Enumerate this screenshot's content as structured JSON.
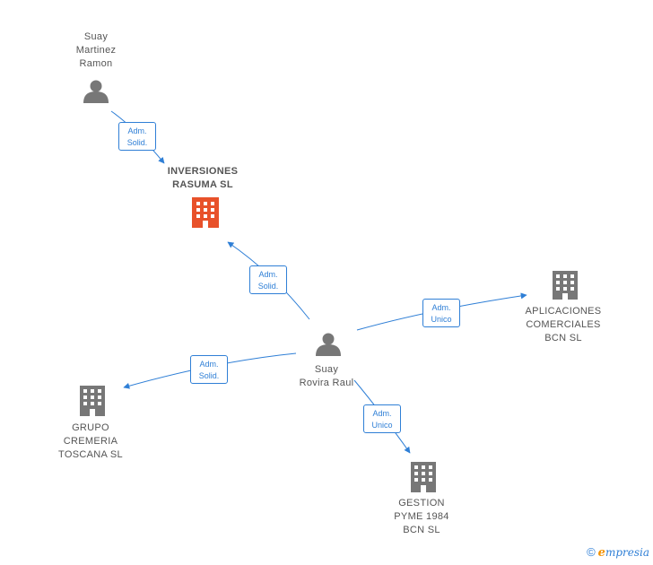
{
  "nodes": {
    "suay_martinez": {
      "lines": [
        "Suay",
        "Martinez",
        "Ramon"
      ],
      "icon": "person-icon"
    },
    "inversiones": {
      "lines": [
        "INVERSIONES",
        "RASUMA  SL"
      ],
      "icon": "building-icon",
      "color": "#e8512a"
    },
    "suay_rovira": {
      "lines": [
        "Suay",
        "Rovira Raul"
      ],
      "icon": "person-icon"
    },
    "aplicaciones": {
      "lines": [
        "APLICACIONES",
        "COMERCIALES",
        "BCN  SL"
      ],
      "icon": "building-icon"
    },
    "grupo": {
      "lines": [
        "GRUPO",
        "CREMERIA",
        "TOSCANA  SL"
      ],
      "icon": "building-icon"
    },
    "gestion": {
      "lines": [
        "GESTION",
        "PYME 1984",
        "BCN  SL"
      ],
      "icon": "building-icon"
    }
  },
  "edges": {
    "e1": {
      "lines": [
        "Adm.",
        "Solid."
      ]
    },
    "e2": {
      "lines": [
        "Adm.",
        "Solid."
      ]
    },
    "e3": {
      "lines": [
        "Adm.",
        "Unico"
      ]
    },
    "e4": {
      "lines": [
        "Adm.",
        "Solid."
      ]
    },
    "e5": {
      "lines": [
        "Adm.",
        "Unico"
      ]
    }
  },
  "colors": {
    "edge": "#2f7fd6",
    "icon": "#777777",
    "highlight": "#e8512a"
  },
  "footer": {
    "copyright": "©",
    "brand_initial": "e",
    "brand_rest": "mpresia"
  }
}
